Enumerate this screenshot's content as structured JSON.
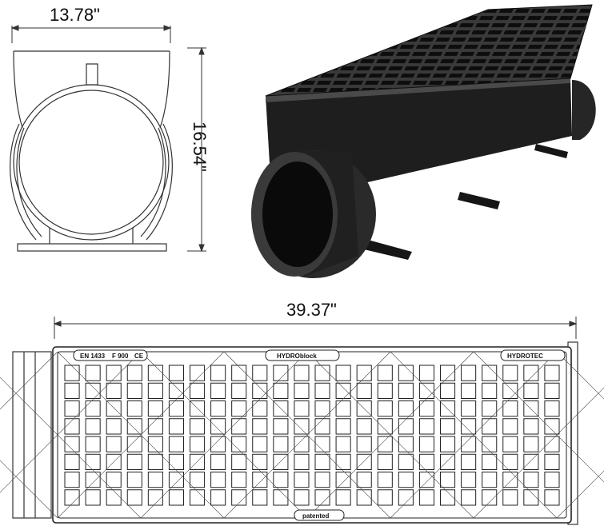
{
  "dimensions": {
    "width": "13.78\"",
    "height": "16.54\"",
    "length": "39.37\""
  },
  "grate_marking": {
    "standard": "EN 1433",
    "load_class": "F 900",
    "ce_mark": "CE",
    "product": "HYDROblock",
    "brand": "HYDROTEC",
    "patent": "patented"
  },
  "colors": {
    "product": "#1b1b1b",
    "line": "#333333"
  }
}
